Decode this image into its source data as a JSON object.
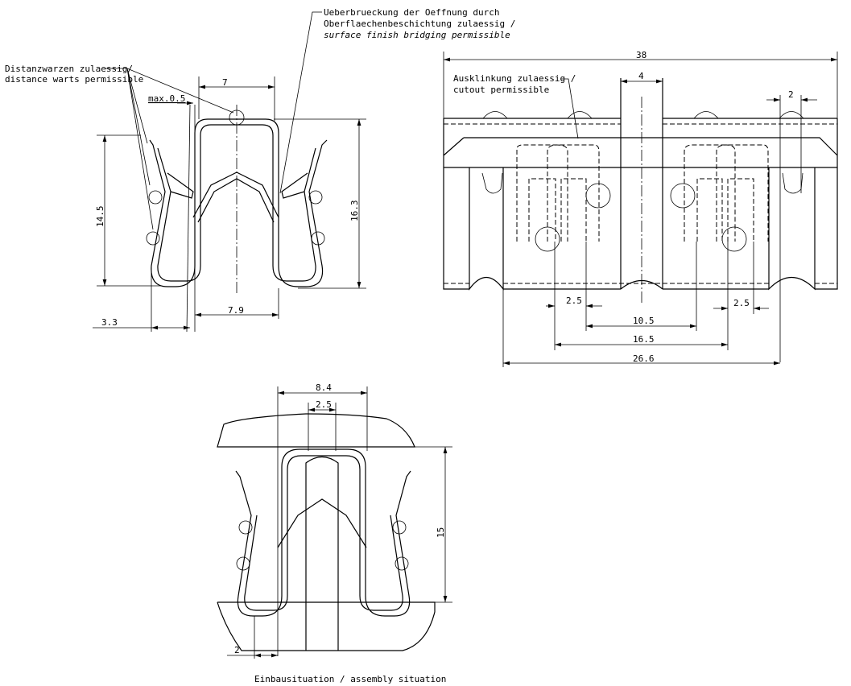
{
  "annotations": {
    "bridging": [
      "Ueberbrueckung der Oeffnung durch",
      "Oberflaechenbeschichtung zulaessig /",
      "surface finish bridging permissible"
    ],
    "warts": [
      "Distanzwarzen zulaessig/",
      "distance warts permissible"
    ],
    "cutout": [
      "Ausklinkung zulaessig /",
      "cutout permissible"
    ],
    "caption": "Einbausituation / assembly situation"
  },
  "side_view": {
    "dim_width_top": "7",
    "dim_max": "max.0.5",
    "dim_height_left": "14.5",
    "dim_height_right": "16.3",
    "dim_width_bottom": "7.9",
    "dim_offset": "3.3"
  },
  "front_view": {
    "dim_total": "38",
    "dim_center": "4",
    "dim_pitch": "2",
    "dim_left_slot": "2.5",
    "dim_right_slot": "2.5",
    "dim_inner": "10.5",
    "dim_mid": "16.5",
    "dim_outer": "26.6"
  },
  "assembly_view": {
    "dim_width": "8.4",
    "dim_inner": "2.5",
    "dim_height": "15",
    "dim_offset": "2"
  }
}
